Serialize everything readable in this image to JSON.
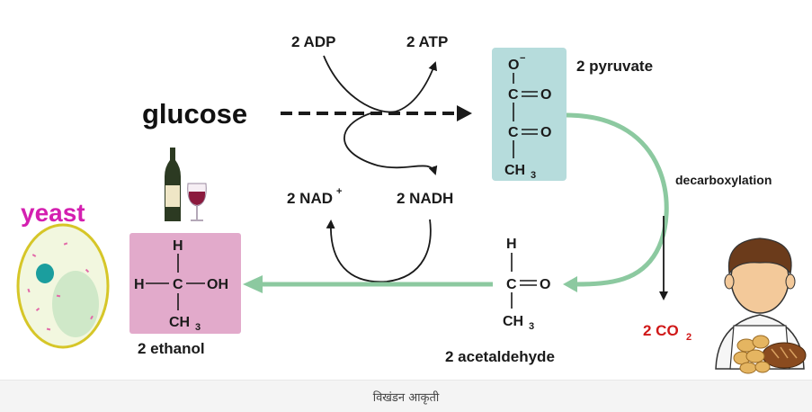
{
  "labels": {
    "adp": "2 ADP",
    "atp": "2 ATP",
    "glucose": "glucose",
    "nad": "2 NAD",
    "nad_sup": "+",
    "nadh": "2 NADH",
    "pyruvate": "2 pyruvate",
    "decarboxylation": "decarboxylation",
    "co2_main": "2 CO",
    "co2_sub": "2",
    "acetaldehyde": "2 acetaldehyde",
    "ethanol": "2 ethanol",
    "yeast": "yeast"
  },
  "pyruvate_structure": {
    "o_minus": "O",
    "minus": "−",
    "c": "C",
    "o": "O",
    "ch": "CH",
    "h_sub": "3"
  },
  "acetaldehyde_structure": {
    "h": "H",
    "c": "C",
    "o": "O",
    "ch": "CH",
    "h_sub": "3"
  },
  "ethanol_structure": {
    "h": "H",
    "c": "C",
    "oh": "OH",
    "ch": "CH",
    "h_sub": "3"
  },
  "caption": "विखंडन आकृती",
  "colors": {
    "green_arrow": "#8cc9a0",
    "pyruvate_box": "#b6dcdc",
    "ethanol_box": "#e2aacb",
    "yeast_text": "#d41fb0",
    "co2_text": "#d01818",
    "yeast_cell": "#f2f7df",
    "yeast_border": "#d6c628",
    "vacuole": "#cfe8c8",
    "nucleus": "#1b9e9e"
  }
}
